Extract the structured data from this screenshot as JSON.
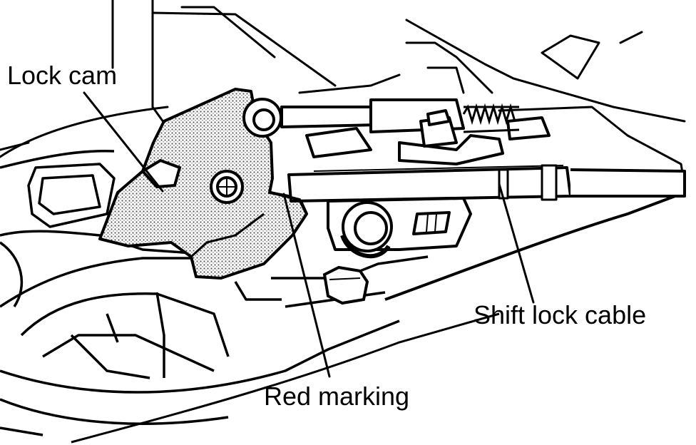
{
  "labels": {
    "lock_cam": "Lock cam",
    "shift_lock_cable": "Shift lock cable",
    "red_marking": "Red marking"
  },
  "colors": {
    "ink": "#000000",
    "paper": "#ffffff",
    "stipple": "#9a9a9a"
  }
}
